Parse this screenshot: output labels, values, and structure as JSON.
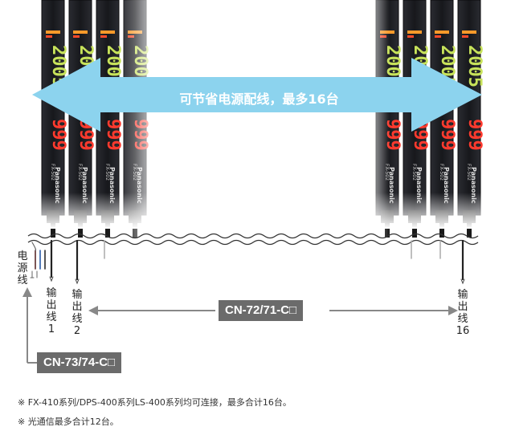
{
  "banner": {
    "text": "可节省电源配线，最多16台"
  },
  "units": {
    "count_left": 4,
    "count_right": 4,
    "brand": "Panasonic",
    "model": "FX-502",
    "display_green": "2005",
    "display_red": "999"
  },
  "labels": {
    "power_line": [
      "电",
      "源",
      "线"
    ],
    "output1": [
      "输",
      "出",
      "线",
      "1"
    ],
    "output2": [
      "输",
      "出",
      "线",
      "2"
    ],
    "output16": [
      "输",
      "出",
      "线",
      "16"
    ]
  },
  "tags": {
    "cn72": "CN-72/71-C□",
    "cn73": "CN-73/74-C□"
  },
  "notes": [
    "※  FX-410系列/DPS-400系列LS-400系列均可连接，最多合计16台。",
    "※  光通信最多合计12台。"
  ],
  "colors": {
    "banner": "#8cd3ee",
    "tag": "#6b6b6b",
    "unit_body": "#1c1d22",
    "display_green": "#c7e25a",
    "display_red": "#ff3a2e"
  }
}
